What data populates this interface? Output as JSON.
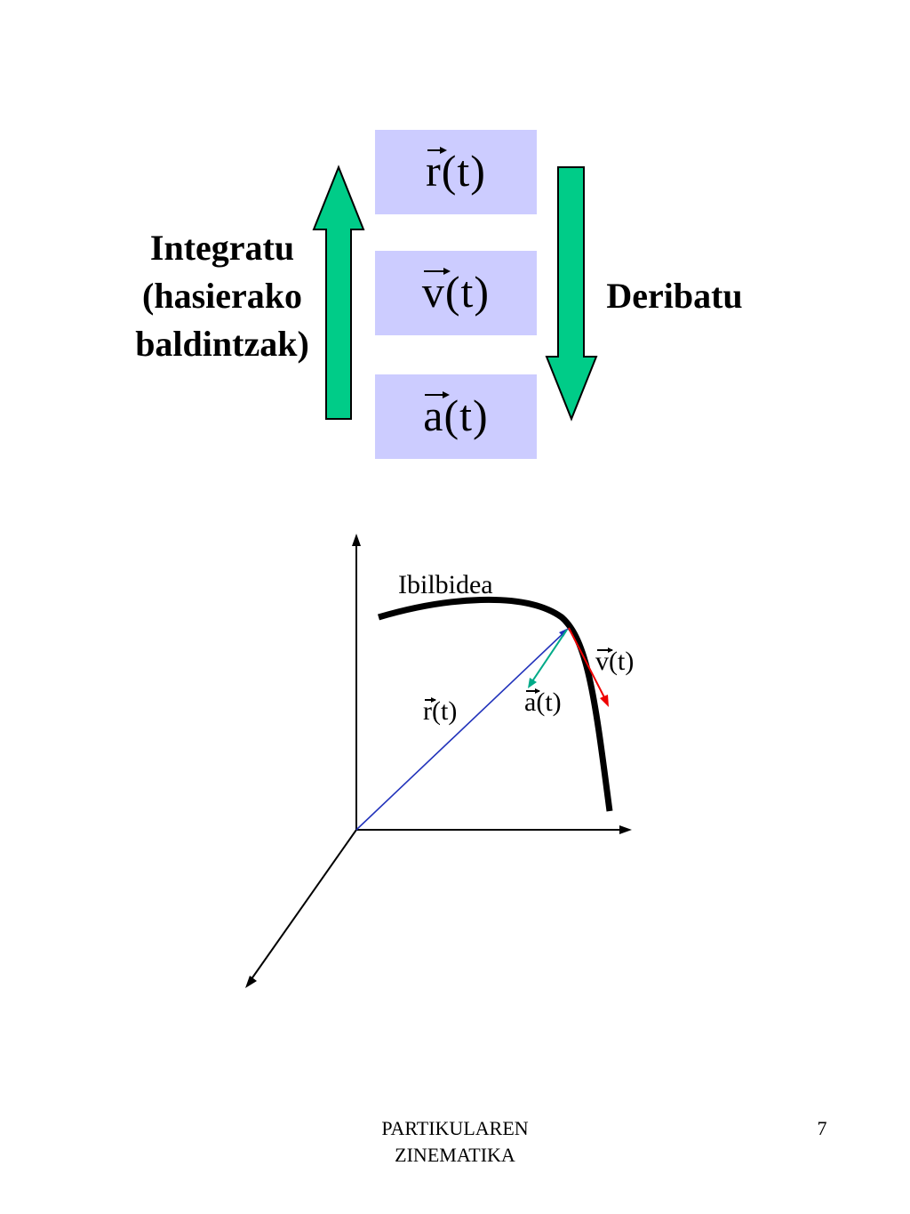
{
  "boxes": [
    {
      "vector": "r",
      "arg": "(t)"
    },
    {
      "vector": "v",
      "arg": "(t)"
    },
    {
      "vector": "a",
      "arg": "(t)"
    }
  ],
  "left_label": {
    "line1": "Integratu",
    "line2": "(hasierako",
    "line3": "baldintzak)"
  },
  "right_label": "Deribatu",
  "colors": {
    "box": "#ccccff",
    "arrow_fill": "#00cc88",
    "position_vector": "#2233bb",
    "velocity_vector": "#ee0000",
    "acceleration_vector": "#00aa88",
    "trajectory": "#000000"
  },
  "diagram": {
    "trajectory_label": "Ibilbidea",
    "velocity_label": {
      "vector": "v",
      "arg": "(t)"
    },
    "acceleration_label": {
      "vector": "a",
      "arg": "(t)"
    },
    "position_label": {
      "vector": "r",
      "arg": "(t)"
    }
  },
  "footer": {
    "line1": "PARTIKULAREN",
    "line2": "ZINEMATIKA",
    "page_number": "7"
  }
}
